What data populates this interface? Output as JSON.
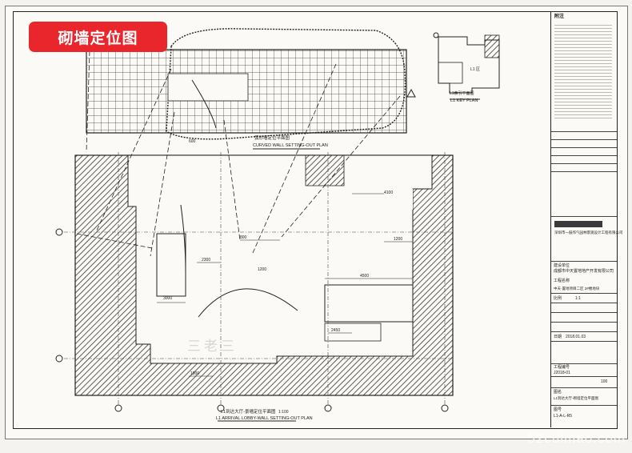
{
  "badge": "砌墙定位图",
  "curved_plan": {
    "title_cn": "弧形墙定位平面图",
    "title_en": "CURVED WALL SETTING-OUT PLAN"
  },
  "key_plan": {
    "title_cn": "L1索引平面图",
    "title_en": "L1 KEY PLAN",
    "inner_label": "L1 区"
  },
  "main_plan": {
    "title_cn": "L1到达大厅-景墙定位平面图",
    "title_en": "L1 ARRIVAL LOBBY-WALL SETTING-OUT PLAN",
    "scale": "1:100"
  },
  "dims": [
    "4100",
    "2300",
    "3000",
    "1200",
    "800",
    "4500",
    "2450",
    "1800",
    "1200",
    "600"
  ],
  "notes_label": "附注",
  "title_block": {
    "company_cn": "深圳市一鼓作气园林景观设计工程有限公司",
    "client_label": "建设单位",
    "client": "成都市中天置地地产开发有限公司",
    "project_label": "工程名称",
    "project": "中天·置地项目二区 2#楼地块",
    "scale_label": "比例",
    "scale": "1:1",
    "date_label": "日期",
    "date": "2018.01.03",
    "job_label": "工程编号",
    "job": "J2018-01",
    "rev": "100",
    "drawing_label": "图名",
    "drawing": "L1到达大厅-砌墙定位平面图",
    "number_label": "图号",
    "number": "L1-A-L-R5"
  },
  "watermark": "52cuimao.com",
  "wm_center": "三老三"
}
